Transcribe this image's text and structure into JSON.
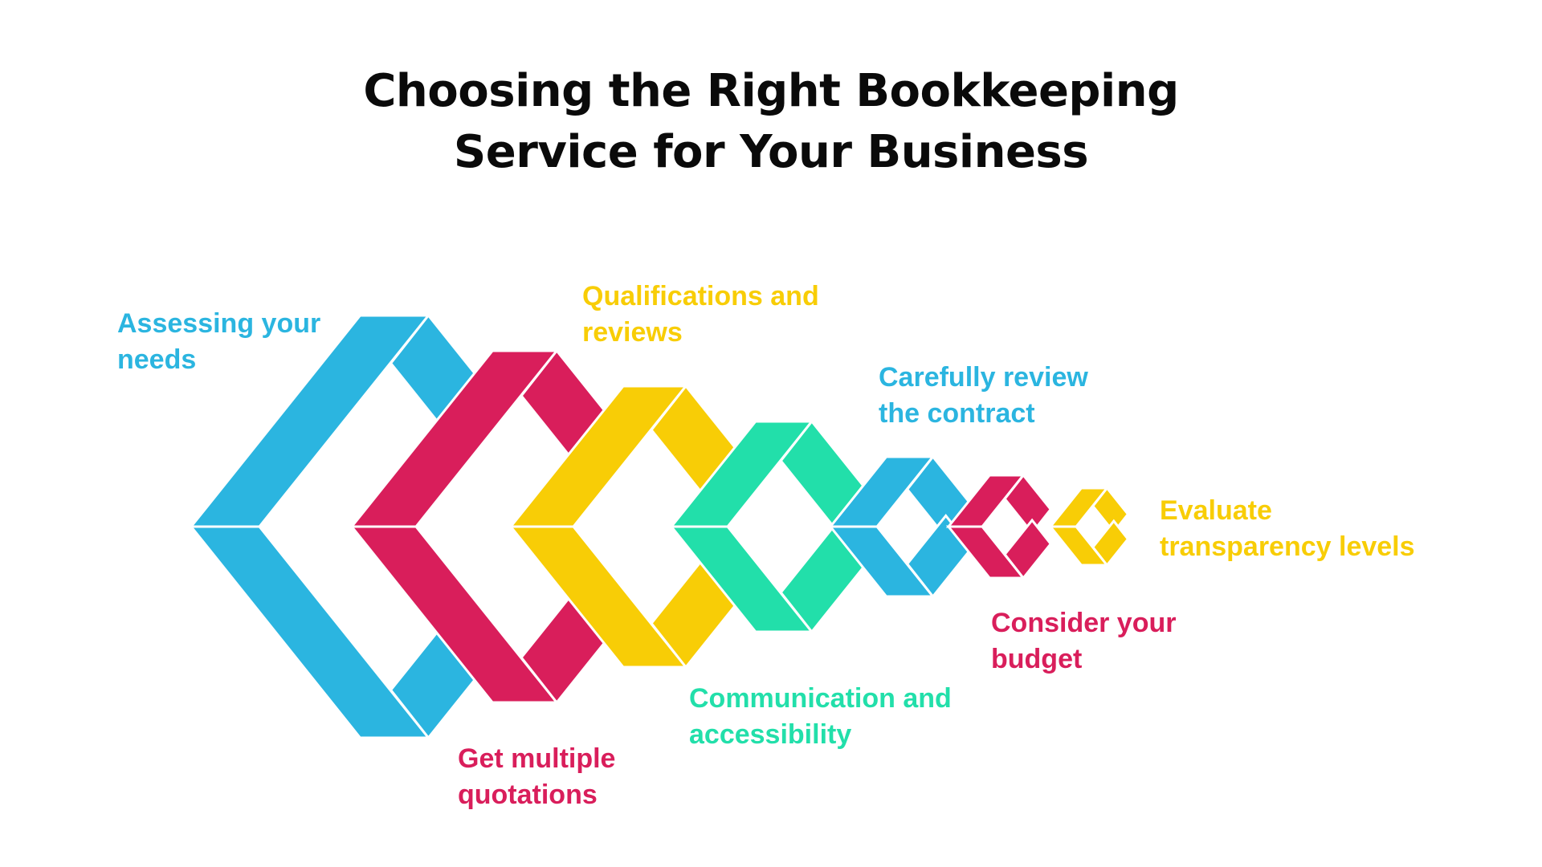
{
  "title": {
    "line1": "Choosing the Right Bookkeeping",
    "line2": "Service for Your Business"
  },
  "colors": {
    "blue": "#2bb5e0",
    "red": "#d91e5b",
    "yellow": "#f8cd06",
    "green": "#22dfaa"
  },
  "steps": [
    {
      "line1": "Assessing your",
      "line2": "needs",
      "color": "blue"
    },
    {
      "line1": "Get multiple",
      "line2": "quotations",
      "color": "red"
    },
    {
      "line1": "Qualifications and",
      "line2": "reviews",
      "color": "yellow"
    },
    {
      "line1": "Communication and",
      "line2": "accessibility",
      "color": "green"
    },
    {
      "line1": "Carefully review",
      "line2": "the contract",
      "color": "blue"
    },
    {
      "line1": "Consider your",
      "line2": "budget",
      "color": "red"
    },
    {
      "line1": "Evaluate",
      "line2": "transparency levels",
      "color": "yellow"
    }
  ]
}
